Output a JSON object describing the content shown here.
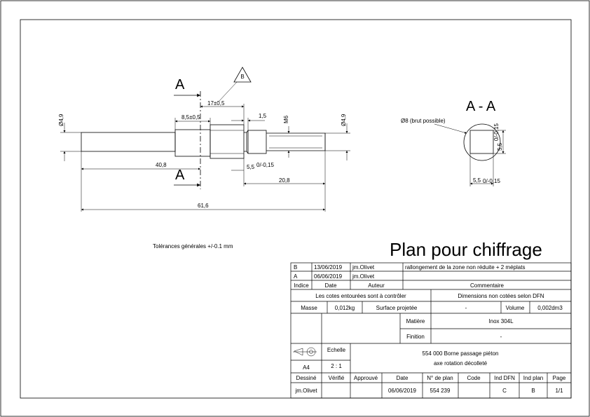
{
  "drawing": {
    "section_mark": "A",
    "section_title": "A - A",
    "datum_label": "B",
    "dims": {
      "d_left": "Ø4,9",
      "d_right": "Ø4,9",
      "pos_17": "17±0,5",
      "len_8_5": "8,5±0,5",
      "groove_1_5": "1,5",
      "thread": "M6",
      "len_40_8": "40,8",
      "flat_5_5": "5,5",
      "flat_tol": "0/-0,15",
      "len_20_8": "20,8",
      "len_61_6": "61,6"
    },
    "section_dims": {
      "d8_label": "Ø8 (brut possible)",
      "flat_v": "5,5",
      "flat_h": "5,5",
      "tol": "0/-0,15"
    },
    "tolerance_note": "Tolérances générales +/-0.1 mm"
  },
  "title": "Plan pour chiffrage",
  "revisions": [
    {
      "index": "B",
      "date": "13/06/2019",
      "author": "jm.Olivet",
      "comment": "rallongement de la zone non réduite + 2 méplats"
    },
    {
      "index": "A",
      "date": "06/06/2019",
      "author": "jm.Olivet",
      "comment": ""
    }
  ],
  "rev_headers": {
    "index": "Indice",
    "date": "Date",
    "author": "Auteur",
    "comment": "Commentaire"
  },
  "notes": {
    "controlled": "Les cotes entourées sont à contrôler",
    "uncoded": "Dimensions non cotées selon DFN"
  },
  "props": {
    "mass_label": "Masse",
    "mass": "0,012kg",
    "surface_label": "Surface projetée",
    "surface": "-",
    "volume_label": "Volume",
    "volume": "0,002dm3",
    "material_label": "Matière",
    "material": "Inox 304L",
    "finish_label": "Finition",
    "finish": "-"
  },
  "format": {
    "size": "A4",
    "scale_label": "Echelle",
    "scale": "2 : 1"
  },
  "part": {
    "line1": "554 000 Borne passage piéton",
    "line2": "axe rotation décolleté"
  },
  "footer_headers": {
    "drawn": "Dessiné",
    "checked": "Vérifié",
    "approved": "Approuvé",
    "date": "Date",
    "plan_no": "N° de plan",
    "code": "Code",
    "ind_dfn": "Ind DFN",
    "ind_plan": "Ind plan",
    "page": "Page"
  },
  "footer_values": {
    "drawn": "jm.Olivet",
    "checked": "",
    "approved": "",
    "date": "06/06/2019",
    "plan_no": "554 239",
    "code": "",
    "ind_dfn": "C",
    "ind_plan": "B",
    "page": "1/1"
  }
}
